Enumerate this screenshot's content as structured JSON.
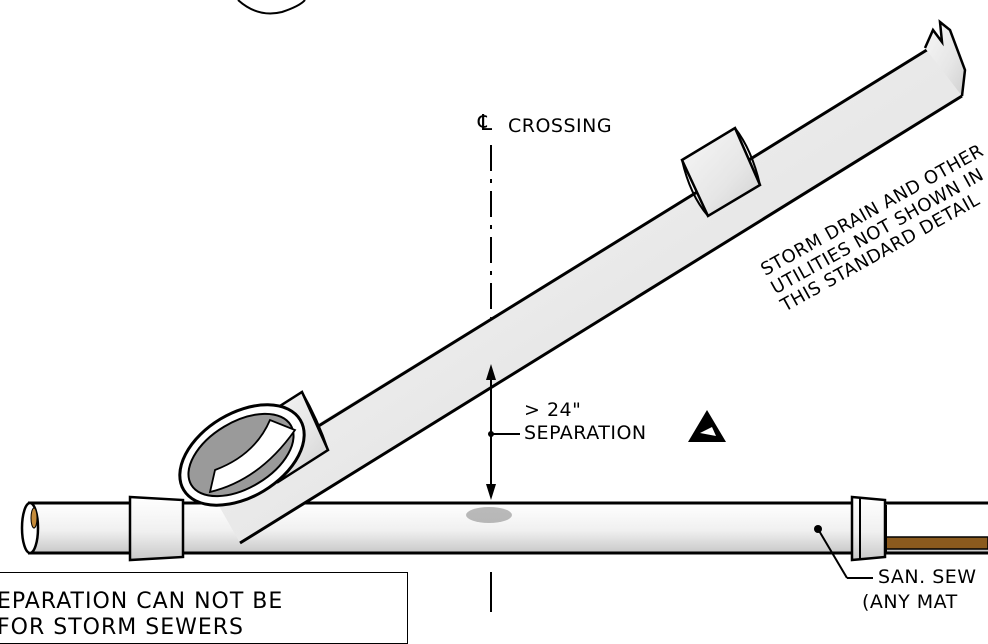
{
  "labels": {
    "crossing_symbol": "℄",
    "crossing_text": "CROSSING",
    "separation_value": "> 24\"",
    "separation_text": "SEPARATION",
    "storm_note_line1": "STORM DRAIN AND OTHER",
    "storm_note_line2": "UTILITIES NOT SHOWN IN",
    "storm_note_line3": "THIS STANDARD DETAIL",
    "san_sewer_line1": "SAN. SEW",
    "san_sewer_line2": "(ANY MAT",
    "note_line1": "EPARATION CAN NOT BE",
    "note_line2": "FOR STORM SEWERS"
  },
  "colors": {
    "line": "#000000",
    "pipe_fill": "#e6e6e6",
    "pipe_inner": "#9a9a9a",
    "copper_band": "#8b5a1e"
  }
}
